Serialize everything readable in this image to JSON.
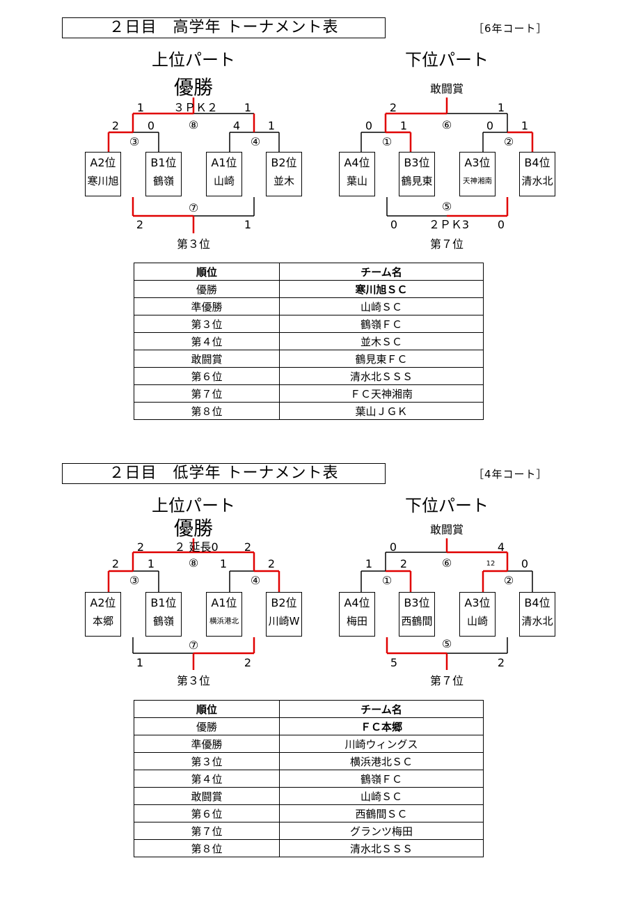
{
  "sections": [
    {
      "title": "２日目　高学年 トーナメント表",
      "court": "［6年コート］",
      "upper_part": "上位パート",
      "lower_part": "下位パート",
      "champion_label": "優勝",
      "fighting_label": "敢闘賞",
      "third_label": "第３位",
      "seventh_label": "第７位",
      "slots": [
        "A2位",
        "B1位",
        "A1位",
        "B2位",
        "A4位",
        "B3位",
        "A3位",
        "B4位"
      ],
      "teams": [
        "寒川旭",
        "鶴嶺",
        "山崎",
        "並木",
        "葉山",
        "鶴見東",
        "天神湘南",
        "清水北"
      ],
      "circles": [
        "③",
        "④",
        "⑧",
        "⑦",
        "①",
        "②",
        "⑥",
        "⑤"
      ],
      "scores": {
        "upper_final_left": "1",
        "upper_final_mid": "３ＰＫ２",
        "upper_final_right": "1",
        "m3_left": "2",
        "m3_right": "0",
        "m4_left": "4",
        "m4_right": "1",
        "third_left": "2",
        "third_right": "1",
        "lower_final_left": "2",
        "lower_final_right": "1",
        "m1_left": "0",
        "m1_right": "1",
        "m2_left": "0",
        "m2_right": "1",
        "seventh_left": "0",
        "seventh_mid": "２ＰＫ3",
        "seventh_right": "0",
        "m2_note": ""
      },
      "table": {
        "headers": [
          "順位",
          "チーム名"
        ],
        "rows": [
          [
            "優勝",
            "寒川旭ＳＣ"
          ],
          [
            "準優勝",
            "山崎ＳＣ"
          ],
          [
            "第３位",
            "鶴嶺ＦＣ"
          ],
          [
            "第４位",
            "並木ＳＣ"
          ],
          [
            "敢闘賞",
            "鶴見東ＦＣ"
          ],
          [
            "第６位",
            "清水北ＳＳＳ"
          ],
          [
            "第７位",
            "ＦＣ天神湘南"
          ],
          [
            "第８位",
            "葉山ＪＧＫ"
          ]
        ]
      }
    },
    {
      "title": "２日目　低学年 トーナメント表",
      "court": "［4年コート］",
      "upper_part": "上位パート",
      "lower_part": "下位パート",
      "champion_label": "優勝",
      "fighting_label": "敢闘賞",
      "third_label": "第３位",
      "seventh_label": "第７位",
      "slots": [
        "A2位",
        "B1位",
        "A1位",
        "B2位",
        "A4位",
        "B3位",
        "A3位",
        "B4位"
      ],
      "teams": [
        "本郷",
        "鶴嶺",
        "横浜港北",
        "川崎W",
        "梅田",
        "西鶴間",
        "山崎",
        "清水北"
      ],
      "circles": [
        "③",
        "④",
        "⑧",
        "⑦",
        "①",
        "②",
        "⑥",
        "⑤"
      ],
      "scores": {
        "upper_final_left": "2",
        "upper_final_mid": "２ 延長0",
        "upper_final_right": "2",
        "m3_left": "2",
        "m3_right": "1",
        "m4_left": "1",
        "m4_right": "2",
        "third_left": "1",
        "third_right": "2",
        "lower_final_left": "0",
        "lower_final_right": "4",
        "m1_left": "1",
        "m1_right": "2",
        "m2_left": "",
        "m2_right": "0",
        "seventh_left": "5",
        "seventh_mid": "",
        "seventh_right": "2",
        "m2_note": "12"
      },
      "table": {
        "headers": [
          "順位",
          "チーム名"
        ],
        "rows": [
          [
            "優勝",
            "ＦＣ本郷"
          ],
          [
            "準優勝",
            "川崎ウィングス"
          ],
          [
            "第３位",
            "横浜港北ＳＣ"
          ],
          [
            "第４位",
            "鶴嶺ＦＣ"
          ],
          [
            "敢闘賞",
            "山崎ＳＣ"
          ],
          [
            "第６位",
            "西鶴間ＳＣ"
          ],
          [
            "第７位",
            "グランツ梅田"
          ],
          [
            "第８位",
            "清水北ＳＳＳ"
          ]
        ]
      }
    }
  ],
  "colors": {
    "winner_line": "#e00000",
    "line": "#000000"
  }
}
